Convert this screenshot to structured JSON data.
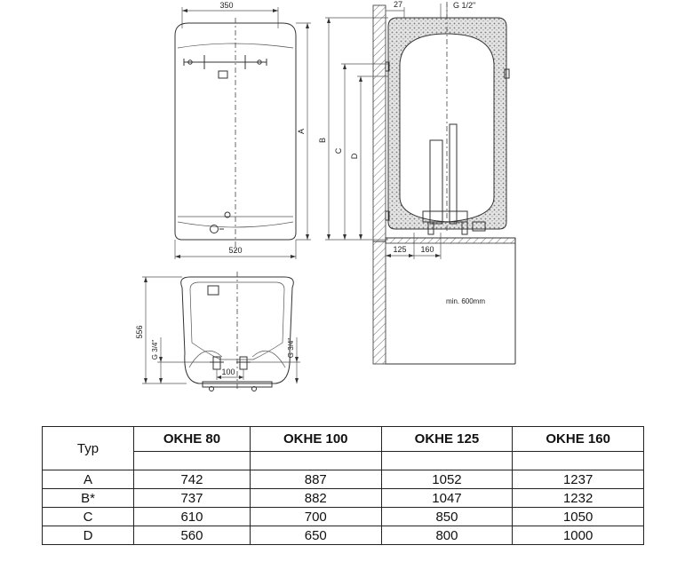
{
  "drawing": {
    "front_view": {
      "width_top_dim": "350",
      "width_bottom_dim": "520",
      "height_dim": "A"
    },
    "bottom_view": {
      "height_dim": "556",
      "left_conn": "G 3/4\"",
      "right_conn": "G 3/4\"",
      "spacing_dim": "100"
    },
    "side_view": {
      "wall_offset_dim": "27",
      "top_conn": "G 1/2\"",
      "dim_b": "B",
      "dim_c": "C",
      "dim_d": "D",
      "dim_125": "125",
      "dim_160": "160",
      "clearance_note": "min. 600mm"
    }
  },
  "table": {
    "header_label": "Typ",
    "columns": [
      "OKHE 80",
      "OKHE 100",
      "OKHE 125",
      "OKHE 160"
    ],
    "rows": [
      {
        "label": "A",
        "values": [
          "742",
          "887",
          "1052",
          "1237"
        ]
      },
      {
        "label": "B*",
        "values": [
          "737",
          "882",
          "1047",
          "1232"
        ]
      },
      {
        "label": "C",
        "values": [
          "610",
          "700",
          "850",
          "1050"
        ]
      },
      {
        "label": "D",
        "values": [
          "560",
          "650",
          "800",
          "1000"
        ]
      }
    ]
  }
}
